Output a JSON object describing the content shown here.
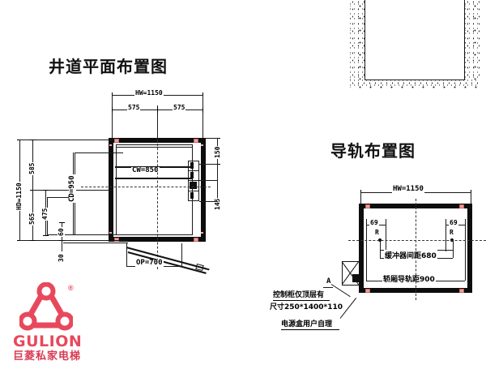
{
  "document": {
    "type": "elevator-shaft-technical-drawing"
  },
  "plan": {
    "title": "井道平面布置图",
    "dims": {
      "hw": "HW=1150",
      "half_left": "575",
      "half_right": "575",
      "hd": "HD=1150",
      "top_seg": "585",
      "bottom_seg": "565",
      "cd": "CD=950",
      "cw": "CW=850",
      "d475": "475",
      "d60": "60",
      "d30": "30",
      "d150": "150",
      "d145": "145",
      "op": "OP=700"
    }
  },
  "rail": {
    "title": "导轨布置图",
    "dims": {
      "hw": "HW=1150",
      "left_69": "69",
      "right_69": "69",
      "buffer": "缓冲器间距680",
      "carrail": "轿厢导轨距900",
      "r_left": "R",
      "r_right": "R"
    },
    "notes": {
      "section_mark": "A",
      "cabinet": "控制柜仅顶层有",
      "size": "尺寸250*1400*110",
      "powerbox": "电源盒用户自理"
    }
  },
  "logo": {
    "brand": "GULION",
    "brand_cn": "巨菱私家电梯",
    "registered": "®",
    "color": "#e8485c"
  },
  "colors": {
    "line": "#1a1a1a",
    "wall": "#0d0d0d",
    "bolt": "#f0a0a0",
    "brand": "#e8485c"
  }
}
